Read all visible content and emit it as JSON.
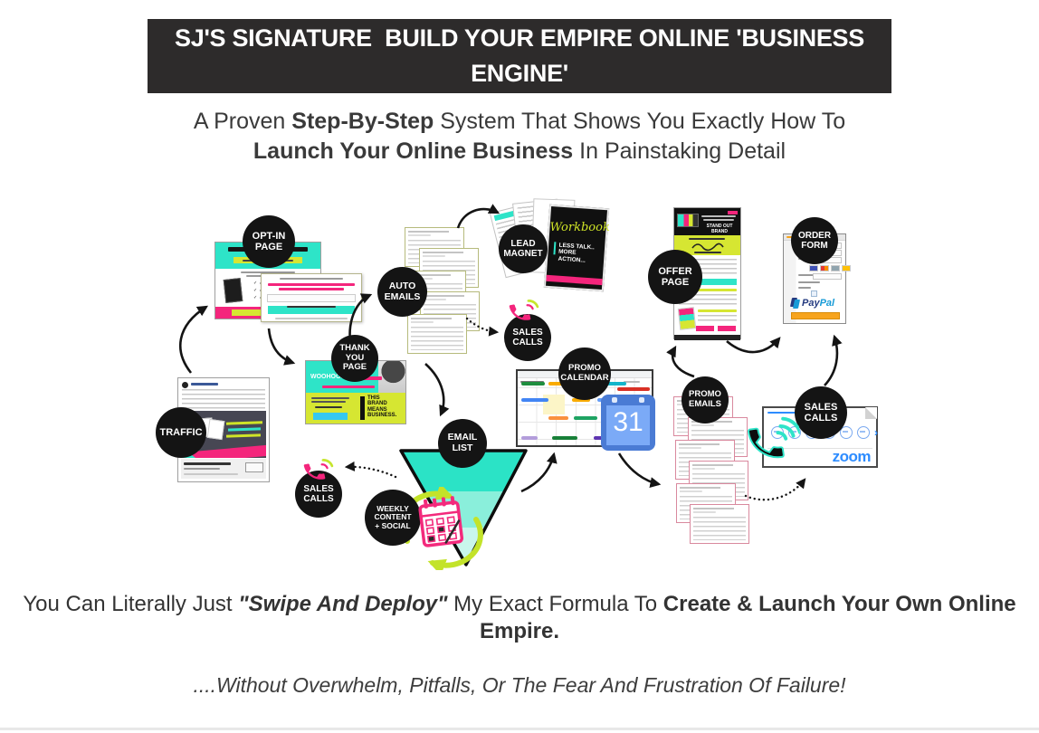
{
  "header": {
    "title": "SJ'S SIGNATURE  BUILD YOUR EMPIRE ONLINE 'BUSINESS ENGINE'"
  },
  "subtitle": {
    "l1a": "A Proven ",
    "l1b": "Step-By-Step",
    "l1c": " System That Shows You Exactly How To",
    "l2a": "Launch Your Online Business",
    "l2b": " In Painstaking Detail"
  },
  "diagram": {
    "badges": {
      "traffic": "TRAFFIC",
      "optin": "OPT-IN\nPAGE",
      "thankyou": "THANK\nYOU\nPAGE",
      "auto_emails": "AUTO\nEMAILS",
      "lead_magnet": "LEAD\nMAGNET",
      "sales_calls_mid": "SALES\nCALLS",
      "sales_calls_left": "SALES\nCALLS",
      "sales_calls_zoom": "SALES\nCALLS",
      "email_list": "EMAIL\nLIST",
      "promo_calendar": "PROMO\nCALENDAR",
      "weekly": "WEEKLY\nCONTENT\n+ SOCIAL",
      "promo_emails": "PROMO\nEMAILS",
      "offer": "OFFER\nPAGE",
      "order": "ORDER\nFORM"
    },
    "artifacts": {
      "workbook": {
        "script": "Workbook",
        "line1": "LESS TALK..",
        "line2": "MORE ACTION..."
      },
      "thankyou": {
        "woohoo": "WOOHOO!",
        "brand": "THIS\nBRAND\nMEANS\nBUSINESS."
      },
      "offer": {
        "headline": "STAND OUT BRAND"
      },
      "optin": {
        "check": "✓"
      },
      "gcal": {
        "day": "31"
      },
      "zoom": {
        "logo": "zoom",
        "more_glyph": "›"
      },
      "paypal": {
        "pay": "Pay",
        "pal": "Pal"
      }
    },
    "colors": {
      "teal": "#2EE4C8",
      "lime": "#D6E632",
      "pink": "#F4257C",
      "badge_black": "#141414",
      "header_bg": "#2D2B2B",
      "zoom_blue": "#2D8CFF",
      "gcal_blue": "#4A7BD4",
      "paypal_navy": "#253B80",
      "paypal_blue": "#179BD7",
      "arrow": "#141414"
    }
  },
  "footer": {
    "f1a": "You Can Literally Just  ",
    "f1b": "\"Swipe And Deploy\"",
    "f1c": " My Exact Formula To ",
    "f1d": "Create & Launch Your Own Online Empire.",
    "tagline": "....Without Overwhelm, Pitfalls, Or The Fear And Frustration Of Failure!"
  }
}
